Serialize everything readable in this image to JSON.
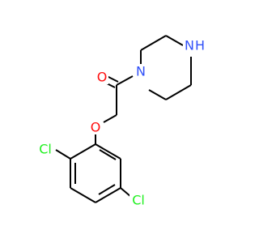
{
  "molecule": {
    "colors": {
      "bond": "#000000",
      "O": "#ff0d0d",
      "N": "#3050f8",
      "Cl": "#1ff01f"
    },
    "atoms": {
      "o_carbonyl": {
        "element": "O",
        "label": "O"
      },
      "n_amide": {
        "element": "N",
        "label": "N"
      },
      "n_amine": {
        "element": "N",
        "label": "N",
        "h_label": "H"
      },
      "o_ether": {
        "element": "O",
        "label": "O"
      },
      "cl_top": {
        "element": "Cl",
        "label": "Cl"
      },
      "cl_bottom": {
        "element": "Cl",
        "label": "Cl"
      }
    }
  }
}
